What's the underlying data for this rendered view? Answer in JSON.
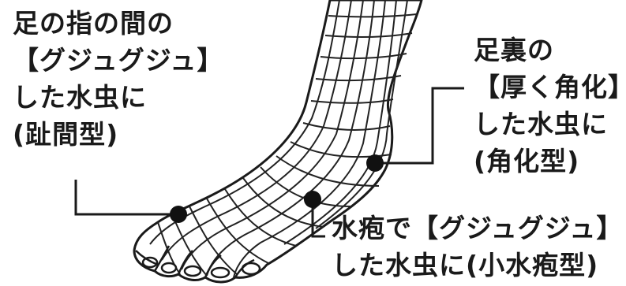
{
  "callouts": {
    "interdigital": {
      "lines": [
        "足の指の間の",
        "【グジュグジュ】",
        "した水虫に",
        "(趾間型)"
      ]
    },
    "hyperkeratotic": {
      "lines": [
        "足裏の",
        "【厚く角化】",
        "した水虫に",
        "(角化型)"
      ]
    },
    "vesicular": {
      "lines": [
        "水疱で【グジュグジュ】",
        "した水虫に(小水疱型)"
      ]
    }
  },
  "colors": {
    "ink": "#1a1a1a",
    "mesh": "#222222",
    "background": "#ffffff"
  },
  "icons": [
    "foot-mesh-illustration",
    "marker-dot"
  ]
}
